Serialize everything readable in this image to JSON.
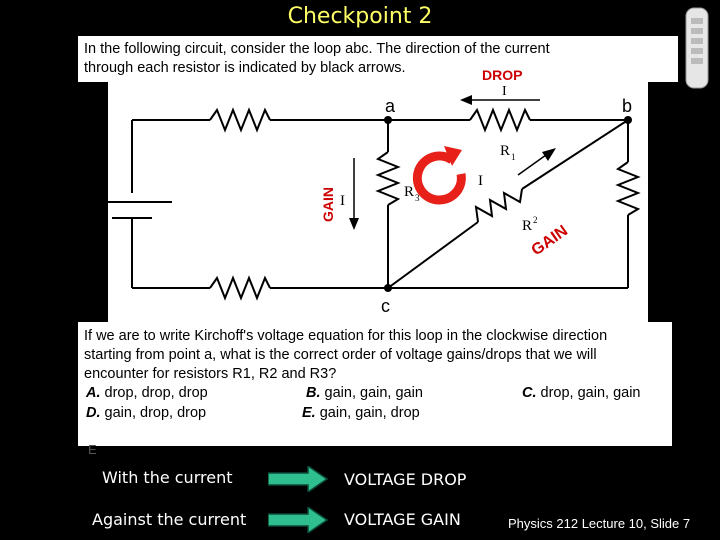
{
  "slide": {
    "title": "Checkpoint 2",
    "intro_line1": "In the following circuit, consider the loop abc. The direction of the current",
    "intro_line2": "through each resistor is indicated by black arrows.",
    "footer": "Physics 212  Lecture 10, Slide  7",
    "stray_letter": "E"
  },
  "circuit": {
    "label_drop": "DROP",
    "label_gain_left": "GAIN",
    "label_gain_right": "GAIN",
    "node_a": "a",
    "node_b": "b",
    "node_c": "c",
    "current_top": "I",
    "current_left": "I",
    "current_middle": "I",
    "r1": "R",
    "r1_sub": "1",
    "r2": "R",
    "r2_sub": "2",
    "r3": "R",
    "r3_sub": "3",
    "loop_arrow_color": "#e8201a",
    "annotation_color": "#cc0000"
  },
  "question": {
    "line1": "If we are to write Kirchoff's voltage equation for this loop in the clockwise direction",
    "line2": "starting from point a, what is the correct order of voltage gains/drops that we will",
    "line3": "encounter for resistors R1, R2 and R3?",
    "options": [
      {
        "letter": "A.",
        "text": " drop, drop, drop"
      },
      {
        "letter": "B.",
        "text": " gain, gain, gain"
      },
      {
        "letter": "C.",
        "text": " drop, gain, gain"
      },
      {
        "letter": "D.",
        "text": " gain, drop, drop"
      },
      {
        "letter": "E.",
        "text": "  gain, gain, drop"
      }
    ]
  },
  "rules": [
    {
      "condition": "With the current",
      "result": "VOLTAGE DROP"
    },
    {
      "condition": "Against the current",
      "result": "VOLTAGE GAIN"
    }
  ],
  "colors": {
    "title": "#ffff66",
    "arrow_fill": "#2fbf8f",
    "arrow_stroke": "#0a4a3a"
  }
}
